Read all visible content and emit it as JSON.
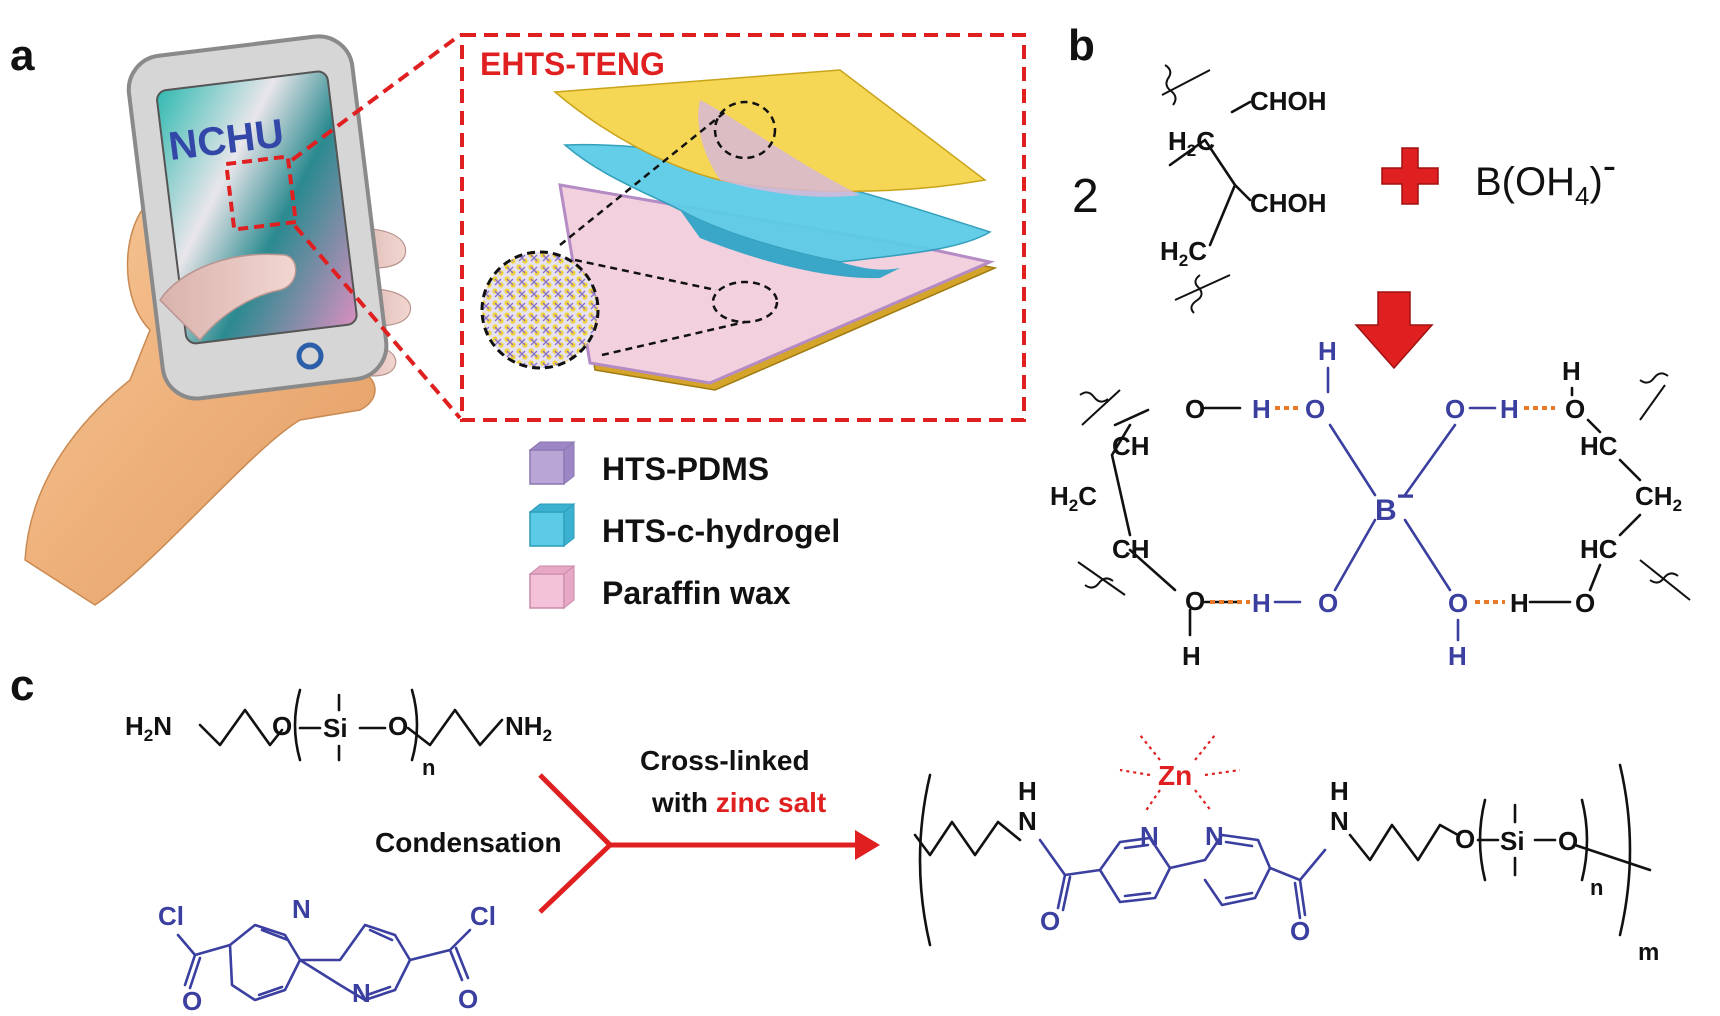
{
  "panels": {
    "a": {
      "letter": "a",
      "phone_text": "NCHU",
      "inset_title": "EHTS-TENG",
      "legend": [
        {
          "label": "HTS-PDMS",
          "color": "#b9a6d6"
        },
        {
          "label": "HTS-c-hydrogel",
          "color": "#5ccbe6"
        },
        {
          "label": "Paraffin wax",
          "color": "#f3c2d8"
        }
      ]
    },
    "b": {
      "letter": "b",
      "coefficient": "2",
      "r1": {
        "chohTop": "CHOH",
        "h2cTop": "H",
        "chohMid": "CHOH",
        "h2cBot": "H"
      },
      "borate": "B(OH",
      "borate_sub": "4",
      "borate_close": ")",
      "borate_charge": "-",
      "center": "B",
      "center_charge": "−",
      "O": "O",
      "H": "H",
      "CH": "CH",
      "HC": "HC",
      "H2C_left_H": "H",
      "CH2_right": "CH",
      "sub2": "2",
      "C": "C"
    },
    "c": {
      "letter": "c",
      "amine_left": "H",
      "amine_right": "NH",
      "sub2": "2",
      "O": "O",
      "Si": "Si",
      "n": "n",
      "m": "m",
      "Cl": "Cl",
      "N": "N",
      "H": "H",
      "Zn": "Zn",
      "condensation": "Condensation",
      "crosslinked": "Cross-linked",
      "with_prefix": "with ",
      "zinc_salt": "zinc salt"
    }
  },
  "colors": {
    "accent_red": "#e02020",
    "chem_blue": "#3a3fa0",
    "hbond_orange": "#e8782a"
  }
}
